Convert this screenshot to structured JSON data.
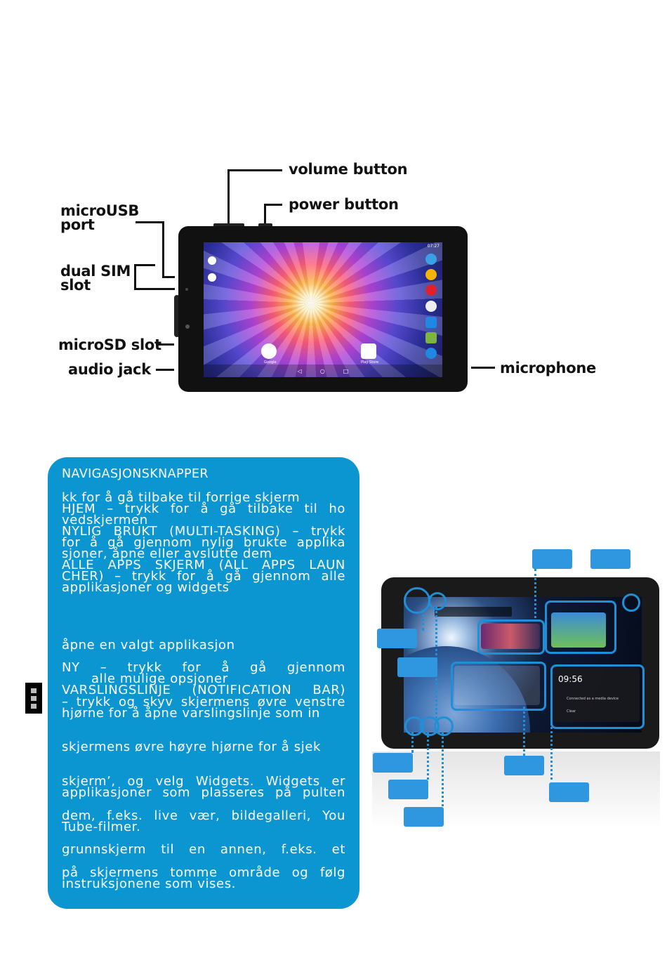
{
  "diagram": {
    "labels": {
      "volume": "volume button",
      "power": "power button",
      "microusb_1": "microUSB",
      "microusb_2": "port",
      "dualsim_1": "dual SIM",
      "dualsim_2": "slot",
      "microsd": "microSD slot",
      "audio": "audio jack",
      "microphone": "microphone"
    },
    "screen": {
      "time": "07:27",
      "google_label": "Google",
      "playstore_label": "Play Store"
    }
  },
  "info": {
    "heading": "NAVIGASJONSKNAPPER",
    "lines": [
      "kk for å gå tilbake til forrige skjerm",
      "HJEM   –   trykk  for  å  gå  tilbake  til  ho",
      "vedskjermen",
      "NYLIG BRUKT (MULTI-TASKING) – trykk",
      "for å gå gjennom nylig brukte applika",
      "sjoner, åpne eller avslutte dem",
      "ALLE  APPS  SKJERM  (ALL  APPS  LAUN",
      "CHER)  –  trykk  for  å  gå  gjennom  alle",
      "applikasjoner og widgets",
      "åpne en valgt applikasjon",
      "NY    –    trykk    for    å    gå    gjennom",
      "alle mulige opsjoner",
      "VARSLINGSLINJE (NOTIFICATION BAR)",
      "– trykk og skyv skjermens øvre venstre",
      "hjørne for å åpne varslingslinje som in",
      "skjermens øvre høyre hjørne for å sjek",
      "skjerm’,  og  velg  Widgets.  Widgets  er",
      "applikasjoner som plasseres på pulten",
      "dem,  f.eks.  live  vær,  bildegalleri,  You",
      "Tube-filmer.",
      "grunnskjerm   til   en   annen,   f.eks.   et",
      "på  skjermens  tomme  område  og  følg",
      "instruksjonene som vises."
    ]
  },
  "tablet2": {
    "clock": "09:56",
    "notif_1": "Connected as a media device",
    "notif_2": "Clear"
  },
  "colors": {
    "box_blue": "#0c96d1",
    "highlight_blue": "#1f8fd8",
    "label_black": "#111111"
  },
  "icons": [
    "back-icon",
    "home-icon",
    "recent-apps-icon",
    "google-icon",
    "play-store-icon"
  ]
}
